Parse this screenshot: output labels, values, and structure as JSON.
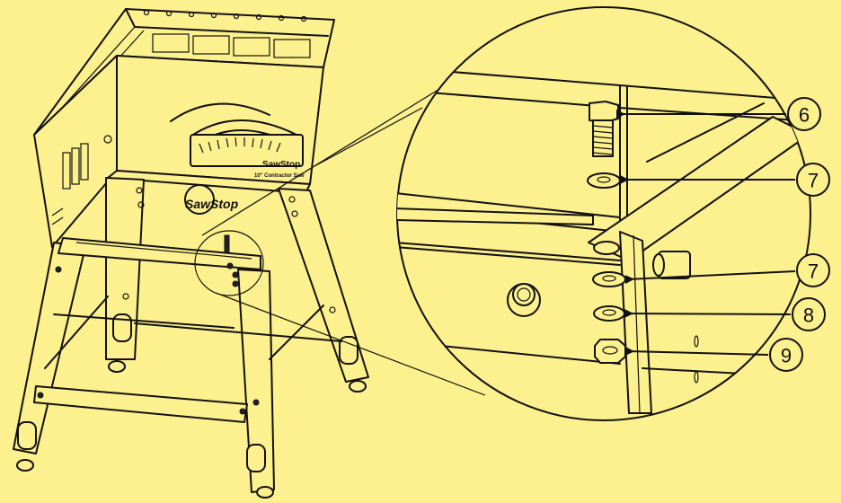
{
  "saw": {
    "brand_panel": "SawStop",
    "model_panel": "10\" Contractor Saw",
    "brand_leg": "SawStop"
  },
  "callouts": [
    {
      "number": "6",
      "part": "bolt"
    },
    {
      "number": "7",
      "part": "washer-upper"
    },
    {
      "number": "7",
      "part": "washer-lower"
    },
    {
      "number": "8",
      "part": "lock-washer"
    },
    {
      "number": "9",
      "part": "nut"
    }
  ],
  "colors": {
    "background": "#fdf08e",
    "line": "#111111"
  }
}
